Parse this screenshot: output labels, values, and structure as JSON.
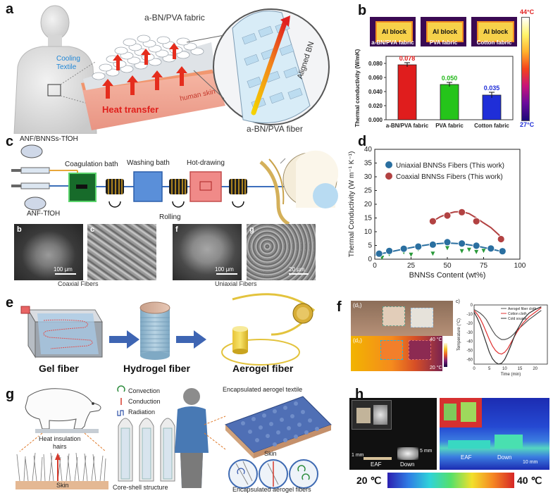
{
  "panels": {
    "a": {
      "label": "a",
      "fabric_title": "a-BN/PVA fabric",
      "cooling_textile": "Cooling\nTextile",
      "heat_transfer": "Heat transfer",
      "human_skin": "human skin",
      "aligned_bn": "Aligned BN",
      "fiber_title": "a-BN/PVA fiber"
    },
    "b": {
      "label": "b",
      "thermo_labels": [
        "Al block",
        "Al block",
        "Al block"
      ],
      "fabric_labels": [
        "a-BN/PVA fabric",
        "PVA fabric",
        "Cotton fabric"
      ],
      "colorbar_max": "44°C",
      "colorbar_min": "27°C",
      "ylabel": "Thermal conductivity (W/mK)",
      "y_ticks": [
        "0.000",
        "0.020",
        "0.040",
        "0.060",
        "0.080"
      ]
    },
    "c": {
      "label": "c",
      "anf_bnnss": "ANF/BNNSs-TfOH",
      "anf_tfoh": "ANF-TfOH",
      "coagulation": "Coagulation bath",
      "washing": "Washing bath",
      "hot_drawing": "Hot-drawing",
      "rolling": "Rolling",
      "sem_letters": [
        "b",
        "c",
        "f",
        "g"
      ],
      "scale_100": "100 μm",
      "scale_20": "20 μm",
      "coaxial": "Coaxial Fibers",
      "uniaxial": "Uniaxial Fibers"
    },
    "d": {
      "label": "d",
      "ylabel": "Thermal Conductivity (W m⁻¹ K⁻¹)",
      "xlabel": "BNNSs Content (wt%)",
      "legend_uniaxial": "Uniaxial BNNSs Fibers (This work)",
      "legend_coaxial": "Coaxial BNNSs Fibers (This work)",
      "x_ticks": [
        "0",
        "25",
        "50",
        "75",
        "100"
      ],
      "y_ticks": [
        "0",
        "5",
        "10",
        "15",
        "20",
        "25",
        "30",
        "35",
        "40"
      ]
    },
    "e": {
      "label": "e",
      "gel": "Gel fiber",
      "hydrogel": "Hydrogel fiber",
      "aerogel": "Aerogel fiber"
    },
    "f": {
      "label": "f",
      "d1": "(d₁)",
      "d2": "(d₂)",
      "c_label": "c)",
      "bar_max": "40 °C",
      "bar_min": "20 °C",
      "legend": [
        "Aerogel fiber cloth",
        "Cotton cloth",
        "Cold source"
      ],
      "ylabel": "Temperature (°C)",
      "xlabel": "Time (min)",
      "x_ticks": [
        "0",
        "5",
        "10",
        "15",
        "20"
      ],
      "y_ticks": [
        "0",
        "-10",
        "-20",
        "-30",
        "-40",
        "-50",
        "-60"
      ]
    },
    "g": {
      "label": "g",
      "legend_convection": "Convection",
      "legend_conduction": "Conduction",
      "legend_radiation": "Radiation",
      "heat_hairs": "Heat insulation\nhairs",
      "skin_left": "Skin",
      "core_shell": "Core-shell structure",
      "encap_textile": "Encapsulated aerogel textile",
      "skin_right": "Skin",
      "encap_fibers": "Encapsulated aerogel fibers"
    },
    "h": {
      "label": "h",
      "scale_5mm": "5 mm",
      "scale_1mm": "1 mm",
      "eaf": "EAF",
      "down": "Down",
      "eaf_ir": "EAF",
      "down_ir": "Down",
      "scale_10mm": "10 mm",
      "temp_min": "20 ℃",
      "temp_max": "40 ℃"
    }
  },
  "chart_data": [
    {
      "type": "bar",
      "categories": [
        "a-BN/PVA fabric",
        "PVA fabric",
        "Cotton fabric"
      ],
      "values": [
        0.078,
        0.05,
        0.035
      ],
      "value_labels": [
        "0.078",
        "0.050",
        "0.035"
      ],
      "errors": [
        0.003,
        0.003,
        0.004
      ],
      "colors": [
        "#e01d1d",
        "#25c41a",
        "#1f2ed8"
      ],
      "label_colors": [
        "#e01d1d",
        "#22b81a",
        "#1f2ed8"
      ],
      "ylabel": "Thermal conductivity (W/mK)",
      "ylim": [
        0,
        0.09
      ]
    },
    {
      "type": "scatter",
      "xlabel": "BNNSs Content (wt%)",
      "ylabel": "Thermal Conductivity (W m⁻¹ K⁻¹)",
      "xlim": [
        0,
        100
      ],
      "ylim": [
        0,
        40
      ],
      "legend_position": "top-right",
      "series": [
        {
          "name": "Uniaxial BNNSs Fibers (This work)",
          "color": "#2a6fa0",
          "x": [
            3,
            10,
            20,
            30,
            40,
            50,
            60,
            70,
            80,
            88
          ],
          "y": [
            2.0,
            3.0,
            3.8,
            4.6,
            5.3,
            6.2,
            5.7,
            4.9,
            3.9,
            2.9
          ],
          "fit_x": [
            0,
            10,
            20,
            30,
            40,
            50,
            60,
            70,
            80,
            90
          ],
          "fit_y": [
            1.5,
            2.6,
            3.7,
            4.7,
            5.5,
            5.9,
            5.6,
            4.8,
            3.7,
            2.5
          ]
        },
        {
          "name": "Coaxial BNNSs Fibers (This work)",
          "color": "#b24242",
          "x": [
            40,
            50,
            60,
            70,
            87
          ],
          "y": [
            13.8,
            15.9,
            17.1,
            13.8,
            7.3
          ],
          "fit_x": [
            40,
            45,
            50,
            55,
            60,
            65,
            70,
            75,
            80,
            85,
            88
          ],
          "fit_y": [
            13.8,
            15.4,
            16.5,
            17.2,
            17.3,
            16.6,
            15.0,
            13.2,
            11.5,
            9.1,
            7.5
          ]
        },
        {
          "name": "",
          "color": "#2a9a3a",
          "x": [
            5,
            10,
            20,
            25,
            30,
            40,
            50,
            60,
            65,
            70,
            75
          ],
          "y": [
            0.5,
            1.8,
            2.5,
            1.6,
            3.6,
            2.0,
            4.0,
            2.9,
            3.4,
            2.6,
            3.0
          ]
        }
      ]
    },
    {
      "type": "line",
      "xlabel": "Time (min)",
      "ylabel": "Temperature (°C)",
      "xlim": [
        0,
        24
      ],
      "ylim": [
        -65,
        0
      ],
      "series": [
        {
          "name": "Aerogel fiber cloth",
          "color": "#555555",
          "x": [
            0,
            1,
            2,
            3,
            4,
            5,
            6,
            7,
            8,
            9,
            10,
            11,
            12,
            13,
            14,
            16,
            18,
            20,
            22
          ],
          "y": [
            -5,
            -7,
            -9,
            -12,
            -16,
            -22,
            -28,
            -33,
            -36,
            -38,
            -38,
            -37,
            -35,
            -32,
            -28,
            -22,
            -16,
            -11,
            -6
          ]
        },
        {
          "name": "Cotton cloth",
          "color": "#e03030",
          "x": [
            0,
            1,
            2,
            3,
            4,
            5,
            6,
            7,
            8,
            9,
            10,
            11,
            12,
            13,
            14,
            16,
            18,
            20,
            22
          ],
          "y": [
            -6,
            -10,
            -15,
            -22,
            -30,
            -38,
            -45,
            -50,
            -53,
            -54,
            -52,
            -48,
            -42,
            -36,
            -30,
            -20,
            -13,
            -8,
            -3
          ]
        },
        {
          "name": "Cold source",
          "color": "#303030",
          "x": [
            0,
            1,
            2,
            3,
            4,
            5,
            6,
            7,
            8,
            9,
            10,
            11,
            12,
            13,
            14,
            16,
            18,
            20,
            22
          ],
          "y": [
            -8,
            -14,
            -22,
            -32,
            -42,
            -52,
            -59,
            -63,
            -65,
            -64,
            -60,
            -53,
            -45,
            -36,
            -28,
            -16,
            -9,
            -5,
            -2
          ]
        }
      ]
    }
  ]
}
